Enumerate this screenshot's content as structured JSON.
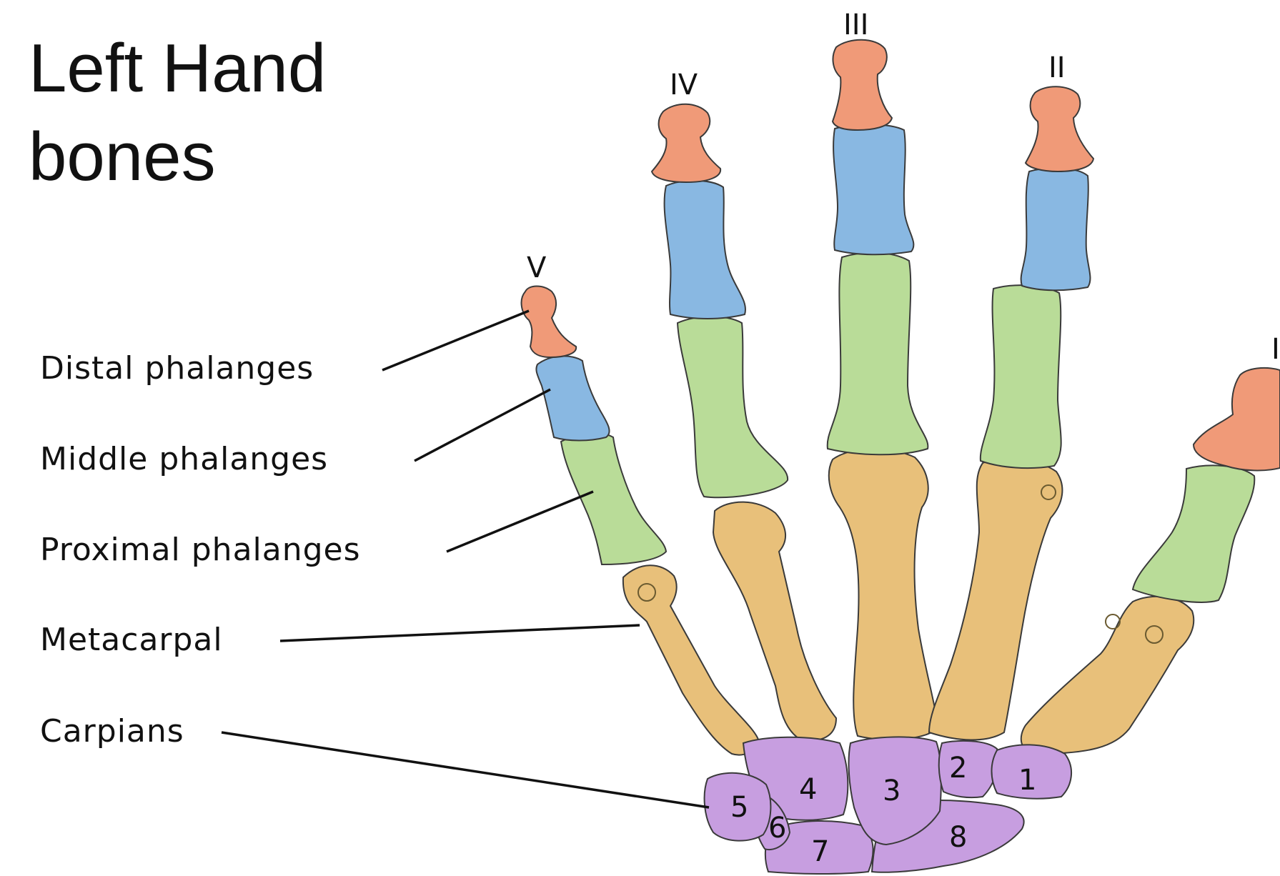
{
  "title": {
    "line1": "Left Hand",
    "line2": "bones"
  },
  "labels": {
    "distal": "Distal phalanges",
    "middle": "Middle phalanges",
    "proximal": "Proximal phalanges",
    "metacarpal": "Metacarpal",
    "carpals": "Carpians"
  },
  "fingers": {
    "I": "I",
    "II": "II",
    "III": "III",
    "IV": "IV",
    "V": "V"
  },
  "carpal_numbers": [
    "1",
    "2",
    "3",
    "4",
    "5",
    "6",
    "7",
    "8"
  ],
  "colors": {
    "distal": "#f09a78",
    "middle": "#89b8e2",
    "proximal": "#b9dc98",
    "metacarpal": "#e8c07a",
    "carpal": "#c79ee0"
  }
}
